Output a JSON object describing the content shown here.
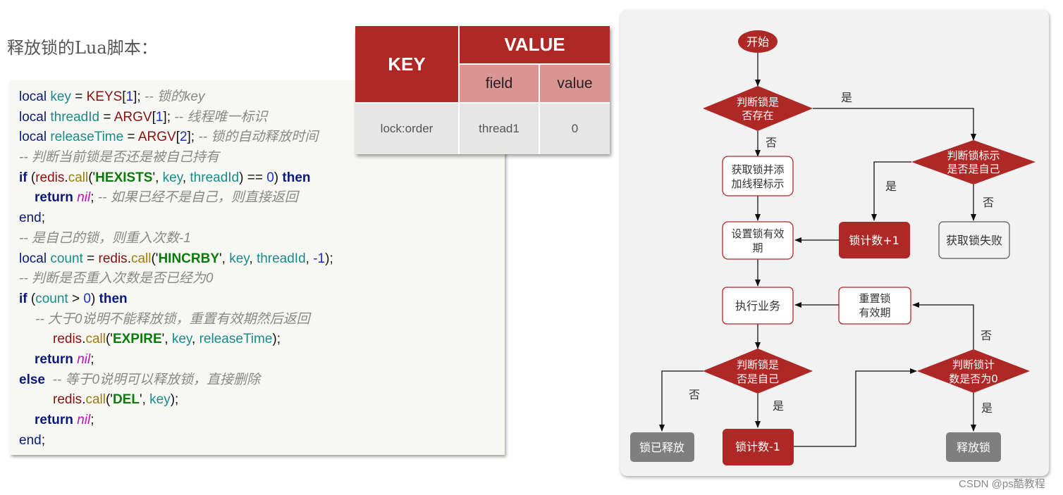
{
  "heading": "释放锁的Lua脚本：",
  "table": {
    "key_header": "KEY",
    "value_header": "VALUE",
    "field_header": "field",
    "value_sub_header": "value",
    "row": {
      "key": "lock:order",
      "field": "thread1",
      "value": "0"
    }
  },
  "code": {
    "l1": {
      "kw": "local",
      "var": "key",
      "eq": " = ",
      "glob": "KEYS",
      "b1": "[",
      "n": "1",
      "b2": "];",
      "cm": " -- 锁的key"
    },
    "l2": {
      "kw": "local",
      "var": "threadId",
      "eq": " = ",
      "glob": "ARGV",
      "b1": "[",
      "n": "1",
      "b2": "];",
      "cm": " -- 线程唯一标识"
    },
    "l3": {
      "kw": "local",
      "var": "releaseTime",
      "eq": " = ",
      "glob": "ARGV",
      "b1": "[",
      "n": "2",
      "b2": "];",
      "cm": " -- 锁的自动释放时间"
    },
    "l4": {
      "cm": "-- 判断当前锁是否还是被自己持有"
    },
    "l5": {
      "kw": "if",
      "p1": " (",
      "fn1": "redis",
      "dot": ".",
      "fn2": "call",
      "p2": "('",
      "str": "HEXISTS",
      "p3": "', ",
      "v1": "key",
      "c": ", ",
      "v2": "threadId",
      "p4": ") == ",
      "n": "0",
      "p5": ") ",
      "kw2": "then"
    },
    "l6": {
      "kw": "return",
      "nil": "nil",
      "p": ";",
      "cm": " -- 如果已经不是自己，则直接返回"
    },
    "l7": {
      "kw": "end",
      "p": ";"
    },
    "l8": {
      "cm": "-- 是自己的锁，则重入次数-1"
    },
    "l9": {
      "kw": "local",
      "var": "count",
      "eq": " = ",
      "fn1": "redis",
      "dot": ".",
      "fn2": "call",
      "p2": "('",
      "str": "HINCRBY",
      "p3": "', ",
      "v1": "key",
      "c": ", ",
      "v2": "threadId",
      "c2": ", ",
      "n": "-1",
      "p4": ");"
    },
    "l10": {
      "cm": "-- 判断是否重入次数是否已经为0"
    },
    "l11": {
      "kw": "if",
      "p1": " (",
      "var": "count",
      "gt": " > ",
      "n": "0",
      "p2": ") ",
      "kw2": "then"
    },
    "l12": {
      "cm": "-- 大于0说明不能释放锁，重置有效期然后返回"
    },
    "l13": {
      "fn1": "redis",
      "dot": ".",
      "fn2": "call",
      "p2": "('",
      "str": "EXPIRE",
      "p3": "', ",
      "v1": "key",
      "c": ", ",
      "v2": "releaseTime",
      "p4": ");"
    },
    "l14": {
      "kw": "return",
      "nil": "nil",
      "p": ";"
    },
    "l15": {
      "kw": "else",
      "cm": "  -- 等于0说明可以释放锁，直接删除"
    },
    "l16": {
      "fn1": "redis",
      "dot": ".",
      "fn2": "call",
      "p2": "('",
      "str": "DEL",
      "p3": "', ",
      "v1": "key",
      "p4": ");"
    },
    "l17": {
      "kw": "return",
      "nil": "nil",
      "p": ";"
    },
    "l18": {
      "kw": "end",
      "p": ";"
    }
  },
  "flowchart": {
    "colors": {
      "red": "#ae2826",
      "gray": "#7f7f7f",
      "outline": "#ae2826",
      "line": "#111111"
    },
    "nodes": {
      "start": "开始",
      "check_exists": [
        "判断锁是",
        "否存在"
      ],
      "acquire": [
        "获取锁并添",
        "加线程标示"
      ],
      "check_own": [
        "判断锁标示",
        "是否是自己"
      ],
      "set_expire": [
        "设置锁有效",
        "期"
      ],
      "count_plus": "锁计数+1",
      "acquire_fail": "获取锁失败",
      "execute": "执行业务",
      "reset_expire": [
        "重置锁",
        "有效期"
      ],
      "check_self": [
        "判断锁是",
        "否是自己"
      ],
      "check_count": [
        "判断锁计",
        "数是否为0"
      ],
      "released": "锁已释放",
      "count_minus": "锁计数-1",
      "release": "释放锁"
    },
    "edge_labels": {
      "exists_yes": "是",
      "exists_no": "否",
      "own_yes": "是",
      "own_no": "否",
      "self_no": "否",
      "self_yes": "是",
      "count_no": "否",
      "count_yes": "是"
    }
  },
  "watermark": "CSDN @ps酷教程"
}
